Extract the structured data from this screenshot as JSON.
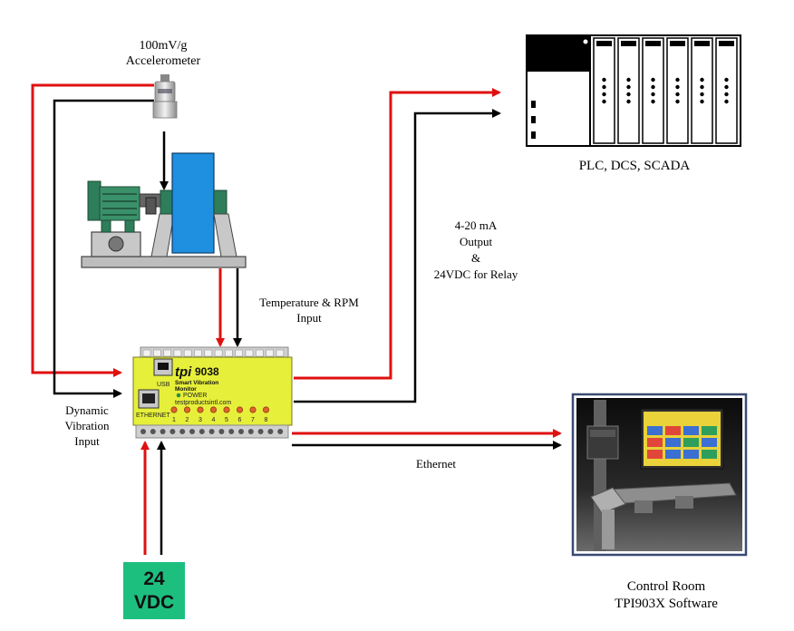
{
  "accelerometer": {
    "line1": "100mV/g",
    "line2": "Accelerometer"
  },
  "plc": {
    "label": "PLC, DCS, SCADA"
  },
  "output": {
    "line1": "4-20 mA",
    "line2": "Output",
    "line3": "&",
    "line4": "24VDC for Relay"
  },
  "temp_input": {
    "line1": "Temperature & RPM",
    "line2": "Input"
  },
  "dynamic_input": {
    "line1": "Dynamic",
    "line2": "Vibration",
    "line3": "Input"
  },
  "ethernet": {
    "label": "Ethernet"
  },
  "control_room": {
    "line1": "Control Room",
    "line2": "TPI903X Software"
  },
  "power": {
    "line1": "24",
    "line2": "VDC",
    "color": "#1dbf7f"
  },
  "device": {
    "brand": "tpi",
    "model": "9038",
    "subtitle1": "Smart Vibration",
    "subtitle2": "Monitor",
    "power_led": "POWER",
    "website": "testproductsintl.com",
    "usb": "USB",
    "ethernet_port": "ETHERNET",
    "channels": [
      "1",
      "2",
      "3",
      "4",
      "5",
      "6",
      "7",
      "8"
    ],
    "body_color": "#e6ef3a"
  },
  "colors": {
    "red_wire": "#e01010",
    "black_wire": "#000000",
    "motor_green": "#2e7d5b",
    "load_blue": "#1f8fe0"
  }
}
